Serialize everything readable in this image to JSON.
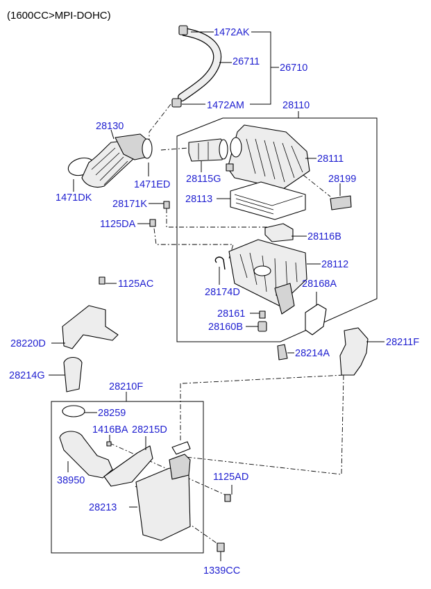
{
  "title": "(1600CC>MPI-DOHC)",
  "colors": {
    "label": "#1f1fd0",
    "line": "#000000",
    "background": "#ffffff"
  },
  "parts": {
    "p1472ak": "1472AK",
    "p26711": "26711",
    "p26710": "26710",
    "p1472am": "1472AM",
    "p28110": "28110",
    "p28130": "28130",
    "p28111": "28111",
    "p28115g": "28115G",
    "p1471ed": "1471ED",
    "p28199": "28199",
    "p1471dk": "1471DK",
    "p28113": "28113",
    "p28171k": "28171K",
    "p1125da": "1125DA",
    "p28116b": "28116B",
    "p28112": "28112",
    "p1125ac": "1125AC",
    "p28168a": "28168A",
    "p28174d": "28174D",
    "p28161": "28161",
    "p28160b": "28160B",
    "p28211f": "28211F",
    "p28220d": "28220D",
    "p28214a": "28214A",
    "p28214g": "28214G",
    "p28210f": "28210F",
    "p28259": "28259",
    "p1416ba": "1416BA",
    "p28215d": "28215D",
    "p38950": "38950",
    "p1125ad": "1125AD",
    "p28213": "28213",
    "p1339cc": "1339CC"
  }
}
